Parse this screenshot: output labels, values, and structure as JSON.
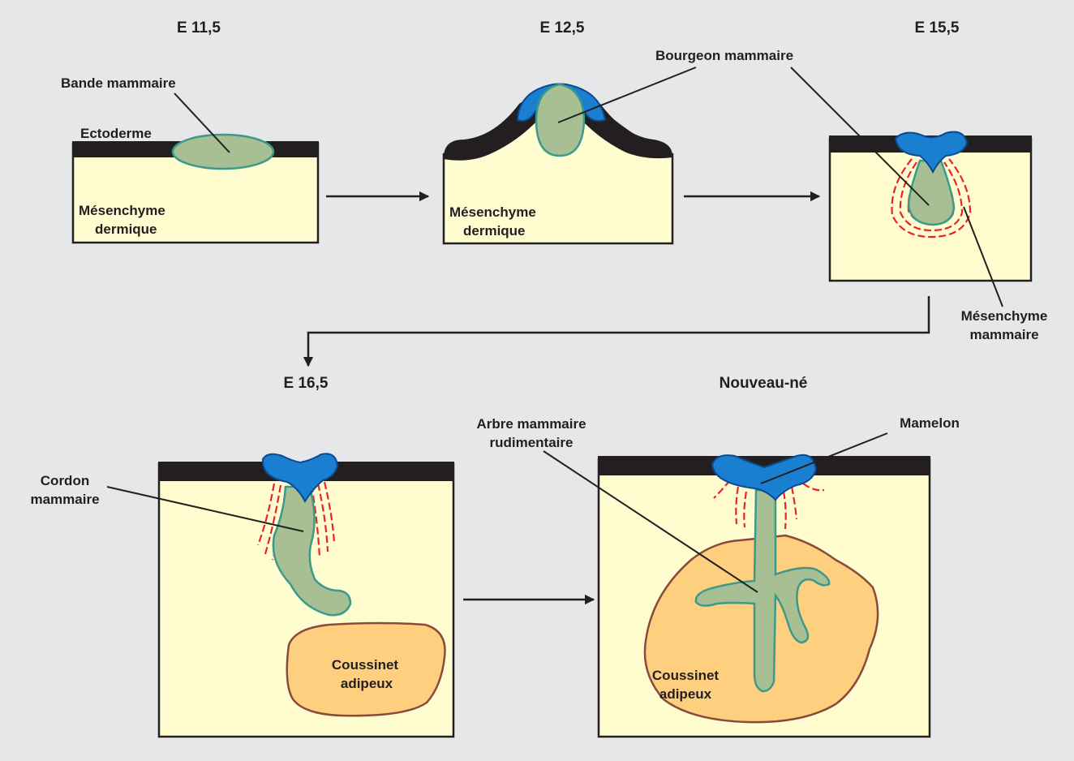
{
  "stages": {
    "e115": "E 11,5",
    "e125": "E 12,5",
    "e155": "E 15,5",
    "e165": "E 16,5",
    "newborn": "Nouveau-né"
  },
  "labels": {
    "bande_mammaire": "Bande mammaire",
    "ectoderme": "Ectoderme",
    "mesenchyme_dermique_1a": "Mésenchyme",
    "mesenchyme_dermique_1b": "dermique",
    "mesenchyme_dermique_2a": "Mésenchyme",
    "mesenchyme_dermique_2b": "dermique",
    "bourgeon_mammaire": "Bourgeon mammaire",
    "mesenchyme_mammaire_a": "Mésenchyme",
    "mesenchyme_mammaire_b": "mammaire",
    "cordon_mammaire_a": "Cordon",
    "cordon_mammaire_b": "mammaire",
    "coussinet_1a": "Coussinet",
    "coussinet_1b": "adipeux",
    "arbre_a": "Arbre mammaire",
    "arbre_b": "rudimentaire",
    "mamelon": "Mamelon",
    "coussinet_2a": "Coussinet",
    "coussinet_2b": "adipeux"
  },
  "colors": {
    "background": "#e6e7e9",
    "dermis": "#fffdd0",
    "ectoderm": "#231f20",
    "epithelium": "#a8bf94",
    "epithelium_outline": "#3b9a8a",
    "nipple": "#1a7fd0",
    "fat_pad": "#fecf7f",
    "mammary_mesenchyme": "#e8232e"
  }
}
